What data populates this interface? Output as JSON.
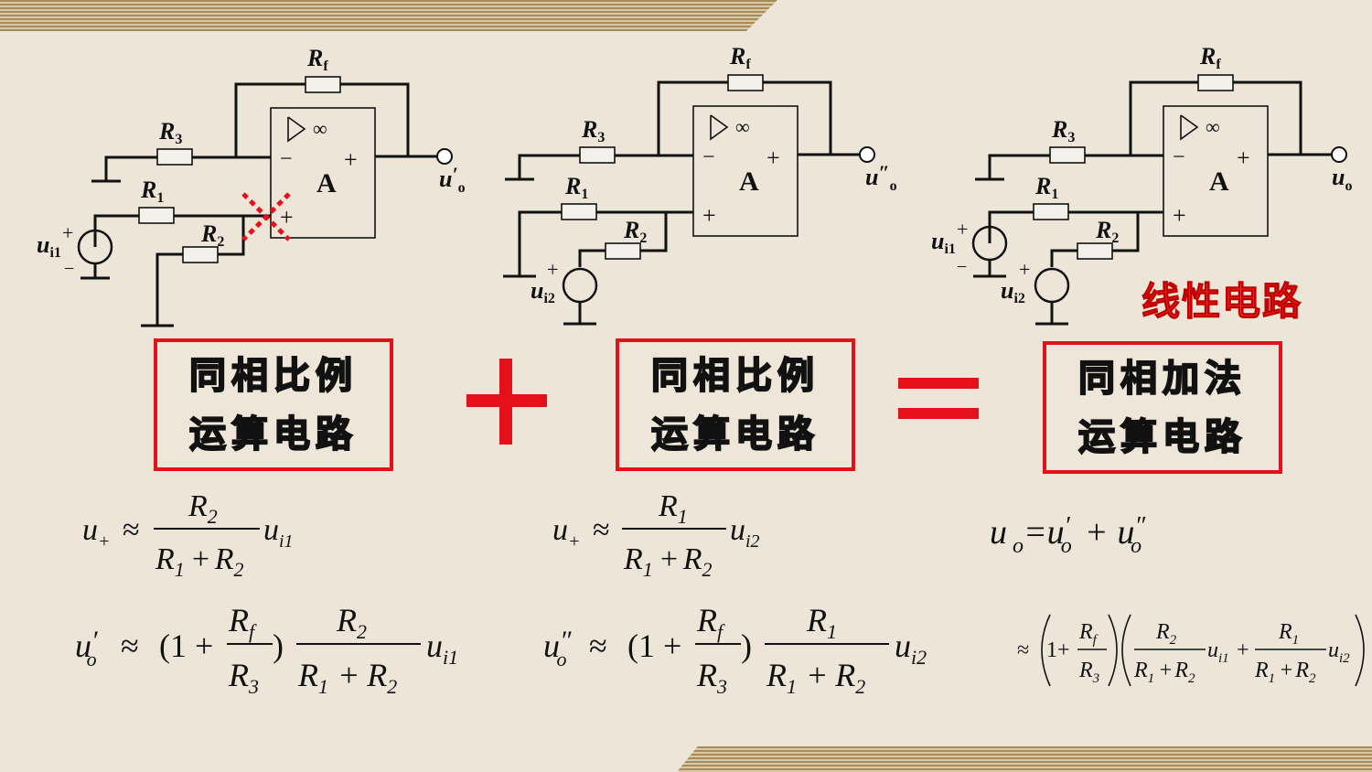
{
  "circuit1": {
    "rf": "R",
    "rf_sub": "f",
    "r3": "R",
    "r3_sub": "3",
    "r1": "R",
    "r1_sub": "1",
    "r2": "R",
    "r2_sub": "2",
    "amp": "A",
    "inf": "∞",
    "minus": "−",
    "plus_top": "+",
    "plus_in": "+",
    "src_plus": "+",
    "src_minus": "−",
    "src": "u",
    "src_sub": "i1",
    "out": "u",
    "out_prime": "′",
    "out_sub": "o"
  },
  "circuit2": {
    "rf": "R",
    "rf_sub": "f",
    "r3": "R",
    "r3_sub": "3",
    "r1": "R",
    "r1_sub": "1",
    "r2": "R",
    "r2_sub": "2",
    "amp": "A",
    "inf": "∞",
    "minus": "−",
    "plus_top": "+",
    "plus_in": "+",
    "src_plus": "+",
    "src": "u",
    "src_sub": "i2",
    "out": "u",
    "out_prime": "″",
    "out_sub": "o"
  },
  "circuit3": {
    "rf": "R",
    "rf_sub": "f",
    "r3": "R",
    "r3_sub": "3",
    "r1": "R",
    "r1_sub": "1",
    "r2": "R",
    "r2_sub": "2",
    "amp": "A",
    "inf": "∞",
    "minus": "−",
    "plus_top": "+",
    "plus_in": "+",
    "src1_plus": "+",
    "src1_minus": "−",
    "src1": "u",
    "src1_sub": "i1",
    "src2_plus": "+",
    "src2": "u",
    "src2_sub": "i2",
    "out": "u",
    "out_sub": "o"
  },
  "labels": {
    "linear_circuit": "线性电路",
    "box1_line1": "同相比例",
    "box1_line2": "运算电路",
    "box2_line1": "同相比例",
    "box2_line2": "运算电路",
    "box3_line1": "同相加法",
    "box3_line2": "运算电路"
  },
  "colors": {
    "accent": "#e4111a",
    "background": "#ece5d8",
    "stripe": "#a68a5c"
  },
  "formulas": {
    "f1": {
      "u": "u",
      "plus": "+",
      "approx": "≈",
      "num": "R",
      "num_sub": "2",
      "den_a": "R",
      "den_a_sub": "1",
      "den_op": "+",
      "den_b": "R",
      "den_b_sub": "2",
      "tail": "u",
      "tail_sub": "i1"
    },
    "f2": {
      "u": "u",
      "plus": "+",
      "approx": "≈",
      "num": "R",
      "num_sub": "1",
      "den_a": "R",
      "den_a_sub": "1",
      "den_op": "+",
      "den_b": "R",
      "den_b_sub": "2",
      "tail": "u",
      "tail_sub": "i2"
    },
    "f3": {
      "lhs": "u",
      "lhs_sub": "o",
      "eq": "=",
      "t1": "u",
      "t1_prime": "′",
      "t1_sub": "o",
      "op": "+",
      "t2": "u",
      "t2_prime": "″",
      "t2_sub": "o"
    },
    "f4": {
      "u": "u",
      "prime": "′",
      "sub": "o",
      "approx": "≈",
      "open": "(1 +",
      "rf": "R",
      "rf_sub": "f",
      "r3": "R",
      "r3_sub": "3",
      "close": ")",
      "num": "R",
      "num_sub": "2",
      "den_a": "R",
      "den_a_sub": "1",
      "den_op": "+",
      "den_b": "R",
      "den_b_sub": "2",
      "tail": "u",
      "tail_sub": "i1"
    },
    "f5": {
      "u": "u",
      "prime": "″",
      "sub": "o",
      "approx": "≈",
      "open": "(1 +",
      "rf": "R",
      "rf_sub": "f",
      "r3": "R",
      "r3_sub": "3",
      "close": ")",
      "num": "R",
      "num_sub": "1",
      "den_a": "R",
      "den_a_sub": "1",
      "den_op": "+",
      "den_b": "R",
      "den_b_sub": "2",
      "tail": "u",
      "tail_sub": "i2"
    },
    "f6": {
      "approx": "≈",
      "one": "1+",
      "rf": "R",
      "rf_sub": "f",
      "r3": "R",
      "r3_sub": "3",
      "n1": "R",
      "n1_sub": "2",
      "d1a": "R",
      "d1a_sub": "1",
      "d1op": "+",
      "d1b": "R",
      "d1b_sub": "2",
      "u1": "u",
      "u1_sub": "i1",
      "mid": "+",
      "n2": "R",
      "n2_sub": "1",
      "d2a": "R",
      "d2a_sub": "1",
      "d2op": "+",
      "d2b": "R",
      "d2b_sub": "2",
      "u2": "u",
      "u2_sub": "i2"
    }
  }
}
